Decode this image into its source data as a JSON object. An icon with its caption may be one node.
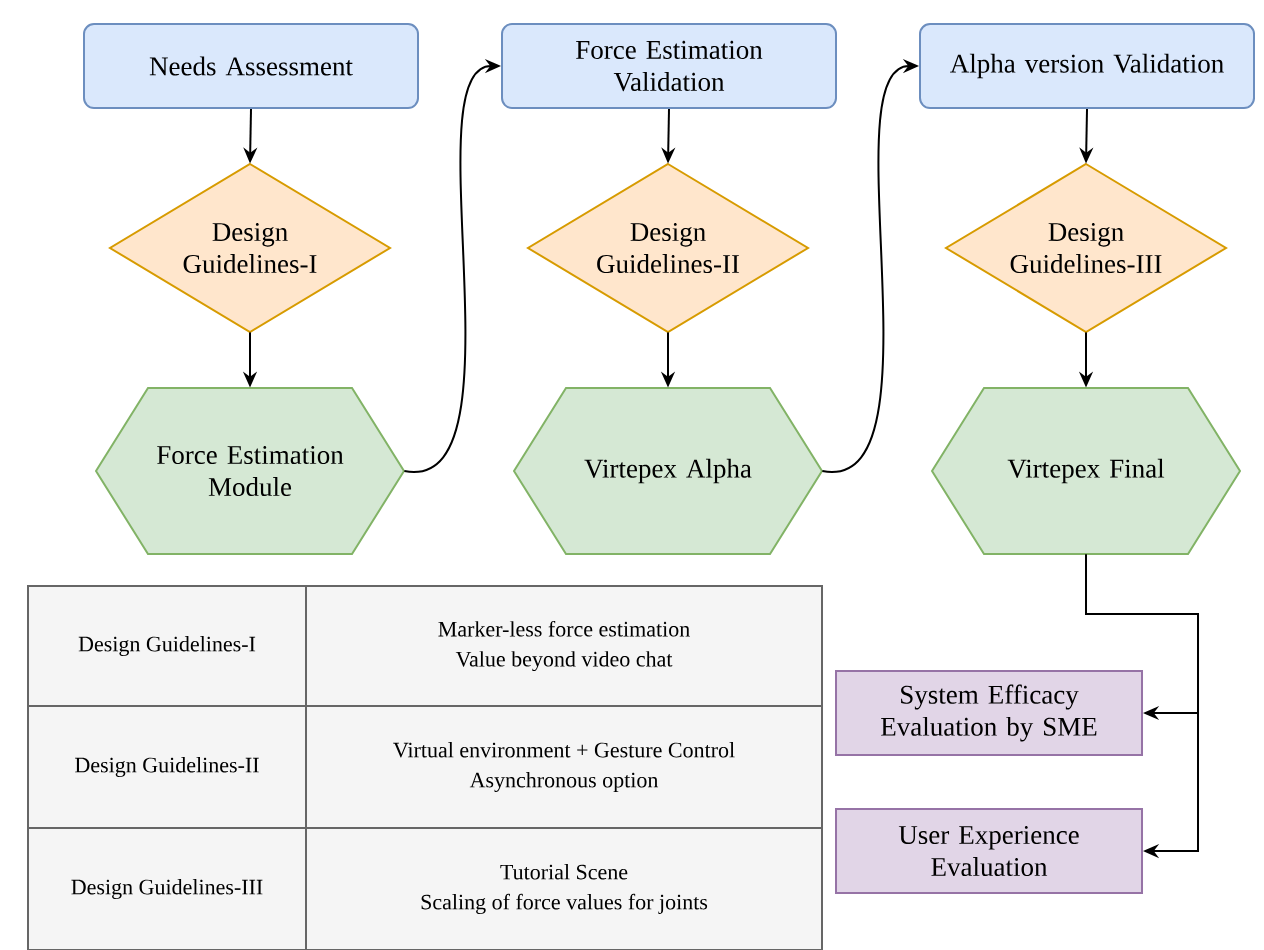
{
  "diagram": {
    "nodes": [
      {
        "text": [
          "Needs Assessment"
        ]
      },
      {
        "text": [
          "Force Estimation Validation"
        ]
      },
      {
        "text": [
          "Alpha version Validation"
        ]
      },
      {
        "text": [
          "Design Guidelines-I"
        ]
      },
      {
        "text": [
          "Design Guidelines-II"
        ]
      },
      {
        "text": [
          "Design Guidelines-III"
        ]
      },
      {
        "text": [
          "Force Estimation Module"
        ]
      },
      {
        "text": [
          "Virtepex Alpha"
        ]
      },
      {
        "text": [
          "Virtepex Final"
        ]
      },
      {
        "text": [
          "System Efficacy Evaluation by SME"
        ]
      },
      {
        "text": [
          "User Experience Evaluation"
        ]
      }
    ],
    "edges": [
      {
        "from": 0,
        "to": 3,
        "arrow": "to"
      },
      {
        "from": 3,
        "to": 6,
        "arrow": "to"
      },
      {
        "from": 6,
        "to": 1,
        "arrow": "to"
      },
      {
        "from": 1,
        "to": 4,
        "arrow": "to"
      },
      {
        "from": 4,
        "to": 7,
        "arrow": "to"
      },
      {
        "from": 7,
        "to": 2,
        "arrow": "to"
      },
      {
        "from": 2,
        "to": 5,
        "arrow": "to"
      },
      {
        "from": 5,
        "to": 8,
        "arrow": "to"
      },
      {
        "from": 8,
        "to": 9,
        "arrow": "to"
      },
      {
        "from": 8,
        "to": 10,
        "arrow": "to"
      }
    ],
    "labels": [
      "Design Guidelines-I",
      "Marker-less force estimation",
      "Value beyond video chat",
      "Design Guidelines-II",
      "Virtual environment + Gesture Control",
      "Asynchronous option",
      "Design Guidelines-III",
      "Tutorial Scene",
      "Scaling of force values for joints"
    ]
  }
}
